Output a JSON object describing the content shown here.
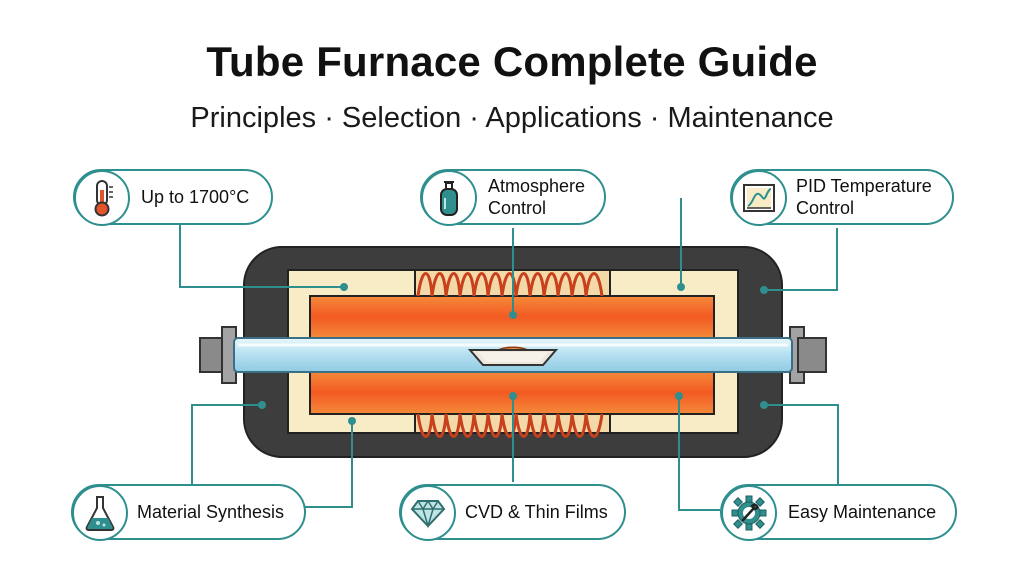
{
  "title": "Tube Furnace Complete Guide",
  "subtitle": "Principles · Selection · Applications · Maintenance",
  "callouts": {
    "temperature": {
      "label": "Up to 1700°C",
      "icon": "thermometer-icon"
    },
    "atmosphere": {
      "label_line1": "Atmosphere",
      "label_line2": "Control",
      "icon": "gas-cylinder-icon"
    },
    "pid": {
      "label_line1": "PID Temperature",
      "label_line2": "Control",
      "icon": "temperature-chart-icon"
    },
    "synthesis": {
      "label": "Material Synthesis",
      "icon": "flask-icon"
    },
    "cvd": {
      "label": "CVD & Thin Films",
      "icon": "diamond-icon"
    },
    "maintenance": {
      "label": "Easy Maintenance",
      "icon": "gear-wrench-icon"
    }
  },
  "colors": {
    "accent": "#2f8f8f",
    "casing": "#3d3d3d",
    "insulation": "#f7ecc5",
    "heating_zone": "#f26a2e",
    "coil": "#e0552a",
    "tube": "#bfe4f2"
  }
}
